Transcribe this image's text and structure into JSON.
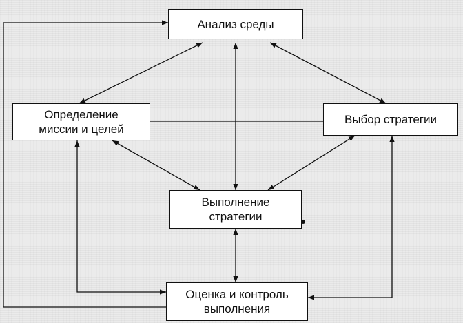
{
  "nodes": {
    "analysis": {
      "label": "Анализ среды"
    },
    "mission": {
      "label": "Определение\nмиссии и целей"
    },
    "strategy": {
      "label": "Выбор стратегии"
    },
    "execution": {
      "label": "Выполнение\nстратегии"
    },
    "control": {
      "label": "Оценка и контроль\nвыполнения"
    }
  },
  "connections": [
    {
      "from": "mission",
      "to": "analysis",
      "kind": "bidirectional"
    },
    {
      "from": "analysis",
      "to": "strategy",
      "kind": "bidirectional"
    },
    {
      "from": "analysis",
      "to": "execution",
      "kind": "bidirectional"
    },
    {
      "from": "mission",
      "to": "execution",
      "kind": "bidirectional"
    },
    {
      "from": "strategy",
      "to": "execution",
      "kind": "bidirectional"
    },
    {
      "from": "mission",
      "to": "strategy",
      "kind": "line"
    },
    {
      "from": "execution",
      "to": "control",
      "kind": "bidirectional"
    },
    {
      "from": "mission",
      "to": "control",
      "kind": "bidirectional"
    },
    {
      "from": "control",
      "to": "strategy",
      "kind": "bidirectional"
    },
    {
      "from": "control",
      "to": "analysis",
      "kind": "feedback-loop"
    }
  ],
  "colors": {
    "line": "#111111",
    "box_fill": "#ffffff",
    "background": "#ebebeb"
  }
}
